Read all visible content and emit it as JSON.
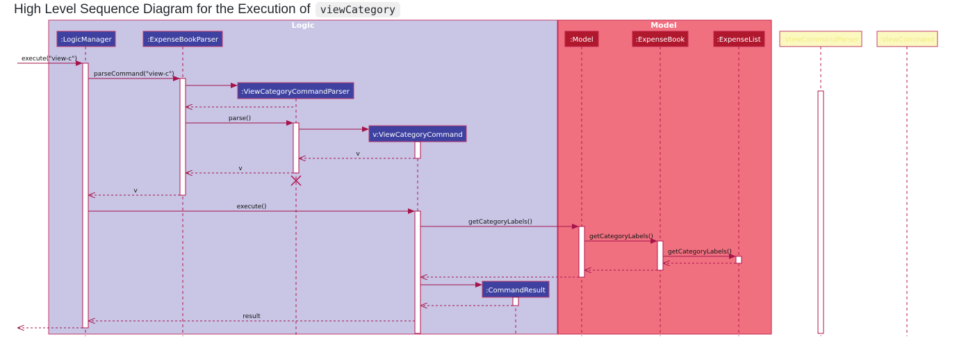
{
  "title": {
    "prefix": "High Level Sequence Diagram for the Execution of",
    "code": "viewCategory"
  },
  "colors": {
    "logic_bg": "#c8c5e5",
    "logic_border": "#c23a6a",
    "model_bg": "#f07080",
    "model_border": "#c2254a",
    "participant_logic": "#3e41a0",
    "participant_model": "#b0182e",
    "participant_storage": "#fbf9bf",
    "storage_text": "#f2e88a",
    "arrow": "#a6144a",
    "lifeline": "#b5134b"
  },
  "boxes": [
    {
      "id": "logic",
      "label": "Logic"
    },
    {
      "id": "model",
      "label": "Model"
    }
  ],
  "participants": [
    {
      "id": "lm",
      "label": ":LogicManager",
      "group": "logic"
    },
    {
      "id": "ebp",
      "label": ":ExpenseBookParser",
      "group": "logic"
    },
    {
      "id": "vccp",
      "label": ":ViewCategoryCommandParser",
      "group": "logic"
    },
    {
      "id": "vcc",
      "label": "v:ViewCategoryCommand",
      "group": "logic"
    },
    {
      "id": "cr",
      "label": ":CommandResult",
      "group": "logic"
    },
    {
      "id": "model",
      "label": ":Model",
      "group": "model"
    },
    {
      "id": "eb",
      "label": ":ExpenseBook",
      "group": "model"
    },
    {
      "id": "el",
      "label": ":ExpenseList",
      "group": "model"
    },
    {
      "id": "s1",
      "label": ":ViewCommandParser",
      "group": "storage"
    },
    {
      "id": "s2",
      "label": ":ViewCommand",
      "group": "storage"
    }
  ],
  "messages": [
    {
      "label": "execute(\"view-c\")",
      "kind": "sync"
    },
    {
      "label": "parseCommand(\"view-c\")",
      "kind": "sync"
    },
    {
      "label": "",
      "kind": "create"
    },
    {
      "label": "",
      "kind": "return"
    },
    {
      "label": "parse()",
      "kind": "sync"
    },
    {
      "label": "",
      "kind": "create"
    },
    {
      "label": "v",
      "kind": "return"
    },
    {
      "label": "v",
      "kind": "return"
    },
    {
      "label": "v",
      "kind": "return"
    },
    {
      "label": "execute()",
      "kind": "sync"
    },
    {
      "label": "getCategoryLabels()",
      "kind": "sync"
    },
    {
      "label": "getCategoryLabels()",
      "kind": "sync"
    },
    {
      "label": "getCategoryLabels()",
      "kind": "sync"
    },
    {
      "label": "",
      "kind": "return"
    },
    {
      "label": "",
      "kind": "return"
    },
    {
      "label": "",
      "kind": "return"
    },
    {
      "label": "",
      "kind": "create"
    },
    {
      "label": "",
      "kind": "return"
    },
    {
      "label": "result",
      "kind": "return"
    },
    {
      "label": "",
      "kind": "return"
    }
  ]
}
